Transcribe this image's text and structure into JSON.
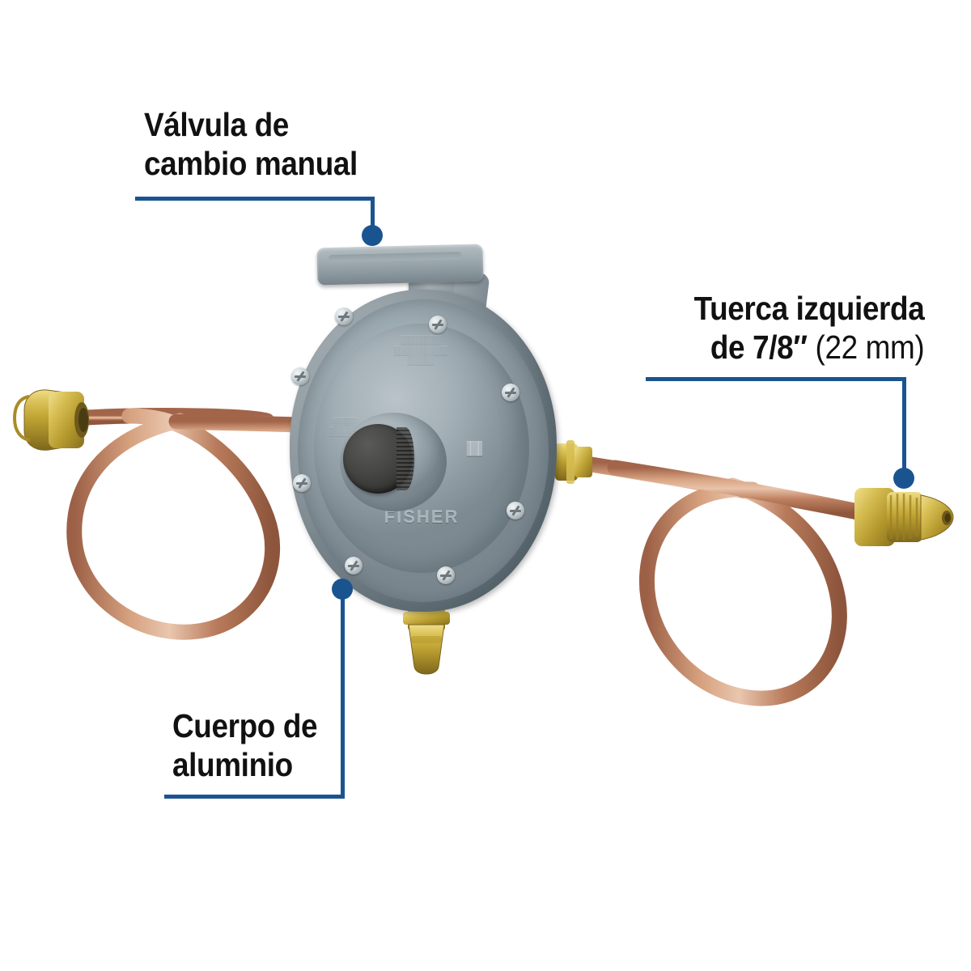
{
  "image": {
    "subject": "Regulador de gas de dos etapas con válvula de cambio manual y colas de cochino de cobre",
    "background_color": "#ffffff"
  },
  "colors": {
    "callout_text": "#111111",
    "leader_line": "#1a5490",
    "body_gray": "#8e9aa1",
    "copper": "#b5795a",
    "brass": "#c4a535",
    "cap_black": "#332f2d"
  },
  "callouts": [
    {
      "id": "valve",
      "name": "manual-changeover-valve",
      "lines": [
        "Válvula de",
        "cambio manual"
      ],
      "align": "left"
    },
    {
      "id": "nut",
      "name": "left-hand-nut",
      "lines_rich": [
        {
          "text": "Tuerca izquierda",
          "weight": "bold"
        },
        {
          "parts": [
            {
              "text": "de 7/8″",
              "weight": "bold"
            },
            {
              "text": " (22 mm)",
              "weight": "regular"
            }
          ]
        }
      ],
      "line1": "Tuerca izquierda",
      "line2_bold": "de 7/8″",
      "line2_thin": " (22 mm)",
      "align": "right"
    },
    {
      "id": "body",
      "name": "aluminum-body",
      "lines": [
        "Cuerpo de",
        "aluminio"
      ],
      "align": "left"
    }
  ],
  "product": {
    "name": "gas-pressure-regulator",
    "parts": [
      {
        "name": "manual-changeover-lever",
        "material": "gray painted metal"
      },
      {
        "name": "regulator-body",
        "material": "aluminio"
      },
      {
        "name": "adjustment-cap",
        "material": "rubber/plastic"
      },
      {
        "name": "left-copper-pigtail",
        "material": "cobre"
      },
      {
        "name": "right-copper-pigtail",
        "material": "cobre"
      },
      {
        "name": "left-pol-brass-nut",
        "material": "latón"
      },
      {
        "name": "right-pol-brass-nut",
        "material": "latón"
      },
      {
        "name": "outlet-brass-fitting",
        "material": "latón"
      },
      {
        "name": "body-brass-union",
        "material": "latón"
      }
    ],
    "body_embossing": [
      "FISHER"
    ]
  }
}
